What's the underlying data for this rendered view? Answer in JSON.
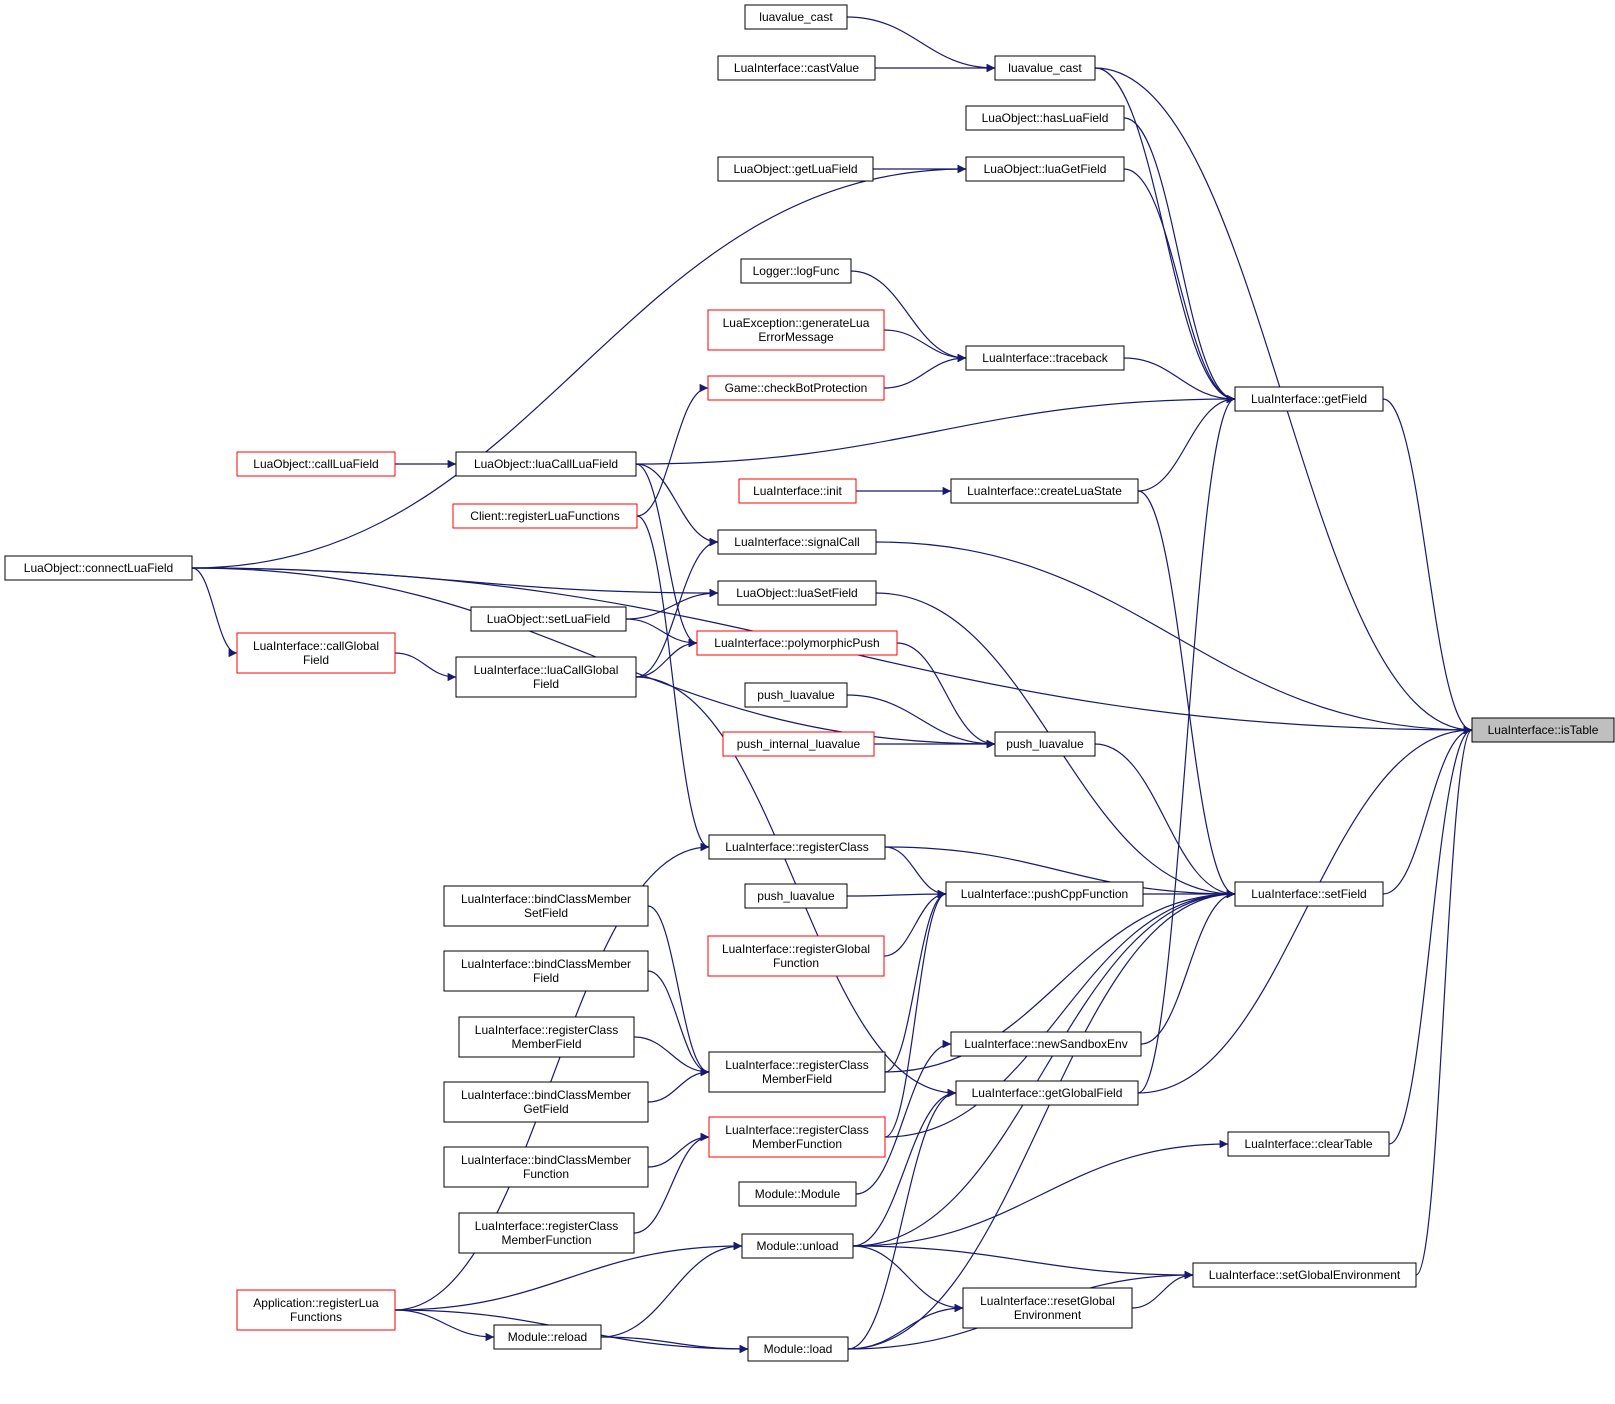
{
  "nodes": [
    {
      "id": "isTable",
      "lines": [
        "LuaInterface::isTable"
      ],
      "style": "root"
    },
    {
      "id": "luavalue_cast_top",
      "lines": [
        "luavalue_cast"
      ],
      "style": "black"
    },
    {
      "id": "castValue",
      "lines": [
        "LuaInterface::castValue"
      ],
      "style": "black"
    },
    {
      "id": "luavalue_cast",
      "lines": [
        "luavalue_cast"
      ],
      "style": "black"
    },
    {
      "id": "hasLuaField",
      "lines": [
        "LuaObject::hasLuaField"
      ],
      "style": "black"
    },
    {
      "id": "getLuaField",
      "lines": [
        "LuaObject::getLuaField"
      ],
      "style": "black"
    },
    {
      "id": "luaGetField",
      "lines": [
        "LuaObject::luaGetField"
      ],
      "style": "black"
    },
    {
      "id": "logFunc",
      "lines": [
        "Logger::logFunc"
      ],
      "style": "black"
    },
    {
      "id": "generateLua",
      "lines": [
        "LuaException::generateLua",
        "ErrorMessage"
      ],
      "style": "red"
    },
    {
      "id": "checkBot",
      "lines": [
        "Game::checkBotProtection"
      ],
      "style": "red"
    },
    {
      "id": "traceback",
      "lines": [
        "LuaInterface::traceback"
      ],
      "style": "black"
    },
    {
      "id": "getField",
      "lines": [
        "LuaInterface::getField"
      ],
      "style": "black"
    },
    {
      "id": "callLuaField",
      "lines": [
        "LuaObject::callLuaField"
      ],
      "style": "red"
    },
    {
      "id": "luaCallLuaField",
      "lines": [
        "LuaObject::luaCallLuaField"
      ],
      "style": "black"
    },
    {
      "id": "regLuaFuncsClient",
      "lines": [
        "Client::registerLuaFunctions"
      ],
      "style": "red"
    },
    {
      "id": "init",
      "lines": [
        "LuaInterface::init"
      ],
      "style": "red"
    },
    {
      "id": "createLuaState",
      "lines": [
        "LuaInterface::createLuaState"
      ],
      "style": "black"
    },
    {
      "id": "signalCall",
      "lines": [
        "LuaInterface::signalCall"
      ],
      "style": "black"
    },
    {
      "id": "connectLuaField",
      "lines": [
        "LuaObject::connectLuaField"
      ],
      "style": "black"
    },
    {
      "id": "luaSetField",
      "lines": [
        "LuaObject::luaSetField"
      ],
      "style": "black"
    },
    {
      "id": "setLuaField",
      "lines": [
        "LuaObject::setLuaField"
      ],
      "style": "black"
    },
    {
      "id": "polymorphicPush",
      "lines": [
        "LuaInterface::polymorphicPush"
      ],
      "style": "red"
    },
    {
      "id": "callGlobalField",
      "lines": [
        "LuaInterface::callGlobal",
        "Field"
      ],
      "style": "red"
    },
    {
      "id": "luaCallGlobalField",
      "lines": [
        "LuaInterface::luaCallGlobal",
        "Field"
      ],
      "style": "black"
    },
    {
      "id": "push_luavalue_a",
      "lines": [
        "push_luavalue"
      ],
      "style": "black"
    },
    {
      "id": "push_internal",
      "lines": [
        "push_internal_luavalue"
      ],
      "style": "red"
    },
    {
      "id": "push_luavalue",
      "lines": [
        "push_luavalue"
      ],
      "style": "black"
    },
    {
      "id": "registerClass",
      "lines": [
        "LuaInterface::registerClass"
      ],
      "style": "black"
    },
    {
      "id": "push_luavalue_b",
      "lines": [
        "push_luavalue"
      ],
      "style": "black"
    },
    {
      "id": "pushCppFunction",
      "lines": [
        "LuaInterface::pushCppFunction"
      ],
      "style": "black"
    },
    {
      "id": "setField",
      "lines": [
        "LuaInterface::setField"
      ],
      "style": "black"
    },
    {
      "id": "bindCMSetField",
      "lines": [
        "LuaInterface::bindClassMember",
        "SetField"
      ],
      "style": "black"
    },
    {
      "id": "registerGlobalFunction",
      "lines": [
        "LuaInterface::registerGlobal",
        "Function"
      ],
      "style": "red"
    },
    {
      "id": "bindCMField",
      "lines": [
        "LuaInterface::bindClassMember",
        "Field"
      ],
      "style": "black"
    },
    {
      "id": "regCMField_a",
      "lines": [
        "LuaInterface::registerClass",
        "MemberField"
      ],
      "style": "black"
    },
    {
      "id": "regCMField",
      "lines": [
        "LuaInterface::registerClass",
        "MemberField"
      ],
      "style": "black"
    },
    {
      "id": "newSandboxEnv",
      "lines": [
        "LuaInterface::newSandboxEnv"
      ],
      "style": "black"
    },
    {
      "id": "bindCMGetField",
      "lines": [
        "LuaInterface::bindClassMember",
        "GetField"
      ],
      "style": "black"
    },
    {
      "id": "getGlobalField",
      "lines": [
        "LuaInterface::getGlobalField"
      ],
      "style": "black"
    },
    {
      "id": "regCMFunction",
      "lines": [
        "LuaInterface::registerClass",
        "MemberFunction"
      ],
      "style": "red"
    },
    {
      "id": "bindCMFunction",
      "lines": [
        "LuaInterface::bindClassMember",
        "Function"
      ],
      "style": "black"
    },
    {
      "id": "clearTable",
      "lines": [
        "LuaInterface::clearTable"
      ],
      "style": "black"
    },
    {
      "id": "moduleModule",
      "lines": [
        "Module::Module"
      ],
      "style": "black"
    },
    {
      "id": "regCMFunction_b",
      "lines": [
        "LuaInterface::registerClass",
        "MemberFunction"
      ],
      "style": "black"
    },
    {
      "id": "unload",
      "lines": [
        "Module::unload"
      ],
      "style": "black"
    },
    {
      "id": "setGlobalEnv",
      "lines": [
        "LuaInterface::setGlobalEnvironment"
      ],
      "style": "black"
    },
    {
      "id": "appRegLua",
      "lines": [
        "Application::registerLua",
        "Functions"
      ],
      "style": "red"
    },
    {
      "id": "resetGlobalEnv",
      "lines": [
        "LuaInterface::resetGlobal",
        "Environment"
      ],
      "style": "black"
    },
    {
      "id": "reload",
      "lines": [
        "Module::reload"
      ],
      "style": "black"
    },
    {
      "id": "load",
      "lines": [
        "Module::load"
      ],
      "style": "black"
    }
  ],
  "edges": [
    [
      "luavalue_cast_top",
      "luavalue_cast"
    ],
    [
      "castValue",
      "luavalue_cast"
    ],
    [
      "luavalue_cast",
      "isTable"
    ],
    [
      "luavalue_cast",
      "getField"
    ],
    [
      "hasLuaField",
      "getField"
    ],
    [
      "getLuaField",
      "luaGetField"
    ],
    [
      "luaGetField",
      "getField"
    ],
    [
      "connectLuaField",
      "luaGetField"
    ],
    [
      "connectLuaField",
      "isTable"
    ],
    [
      "logFunc",
      "traceback"
    ],
    [
      "generateLua",
      "traceback"
    ],
    [
      "checkBot",
      "traceback"
    ],
    [
      "traceback",
      "getField"
    ],
    [
      "callLuaField",
      "luaCallLuaField"
    ],
    [
      "luaCallLuaField",
      "getField"
    ],
    [
      "luaCallLuaField",
      "signalCall"
    ],
    [
      "luaCallLuaField",
      "polymorphicPush"
    ],
    [
      "regLuaFuncsClient",
      "checkBot"
    ],
    [
      "regLuaFuncsClient",
      "registerClass"
    ],
    [
      "init",
      "createLuaState"
    ],
    [
      "createLuaState",
      "getField"
    ],
    [
      "createLuaState",
      "setField"
    ],
    [
      "signalCall",
      "isTable"
    ],
    [
      "connectLuaField",
      "luaSetField"
    ],
    [
      "connectLuaField",
      "callGlobalField"
    ],
    [
      "connectLuaField",
      "push_luavalue"
    ],
    [
      "setLuaField",
      "luaSetField"
    ],
    [
      "setLuaField",
      "polymorphicPush"
    ],
    [
      "luaSetField",
      "setField"
    ],
    [
      "callGlobalField",
      "luaCallGlobalField"
    ],
    [
      "luaCallGlobalField",
      "polymorphicPush"
    ],
    [
      "luaCallGlobalField",
      "signalCall"
    ],
    [
      "luaCallGlobalField",
      "getGlobalField"
    ],
    [
      "polymorphicPush",
      "push_luavalue"
    ],
    [
      "push_luavalue_a",
      "push_luavalue"
    ],
    [
      "push_internal",
      "push_luavalue"
    ],
    [
      "push_luavalue",
      "setField"
    ],
    [
      "getField",
      "isTable"
    ],
    [
      "setField",
      "isTable"
    ],
    [
      "registerClass",
      "setField"
    ],
    [
      "registerClass",
      "pushCppFunction"
    ],
    [
      "push_luavalue_b",
      "pushCppFunction"
    ],
    [
      "registerGlobalFunction",
      "pushCppFunction"
    ],
    [
      "pushCppFunction",
      "setField"
    ],
    [
      "bindCMSetField",
      "regCMField"
    ],
    [
      "bindCMField",
      "regCMField"
    ],
    [
      "regCMField_a",
      "regCMField"
    ],
    [
      "bindCMGetField",
      "regCMField"
    ],
    [
      "regCMField",
      "pushCppFunction"
    ],
    [
      "regCMField",
      "setField"
    ],
    [
      "bindCMFunction",
      "regCMFunction"
    ],
    [
      "regCMFunction_b",
      "regCMFunction"
    ],
    [
      "regCMFunction",
      "pushCppFunction"
    ],
    [
      "regCMFunction",
      "setField"
    ],
    [
      "newSandboxEnv",
      "setField"
    ],
    [
      "getGlobalField",
      "getField"
    ],
    [
      "getGlobalField",
      "isTable"
    ],
    [
      "moduleModule",
      "newSandboxEnv"
    ],
    [
      "unload",
      "getGlobalField"
    ],
    [
      "unload",
      "setField"
    ],
    [
      "unload",
      "clearTable"
    ],
    [
      "unload",
      "setGlobalEnv"
    ],
    [
      "clearTable",
      "isTable"
    ],
    [
      "setGlobalEnv",
      "isTable"
    ],
    [
      "appRegLua",
      "registerClass"
    ],
    [
      "appRegLua",
      "unload"
    ],
    [
      "appRegLua",
      "reload"
    ],
    [
      "appRegLua",
      "load"
    ],
    [
      "reload",
      "unload"
    ],
    [
      "reload",
      "load"
    ],
    [
      "load",
      "getGlobalField"
    ],
    [
      "load",
      "setField"
    ],
    [
      "load",
      "resetGlobalEnv"
    ],
    [
      "load",
      "setGlobalEnv"
    ],
    [
      "unload",
      "resetGlobalEnv"
    ],
    [
      "resetGlobalEnv",
      "setGlobalEnv"
    ]
  ]
}
